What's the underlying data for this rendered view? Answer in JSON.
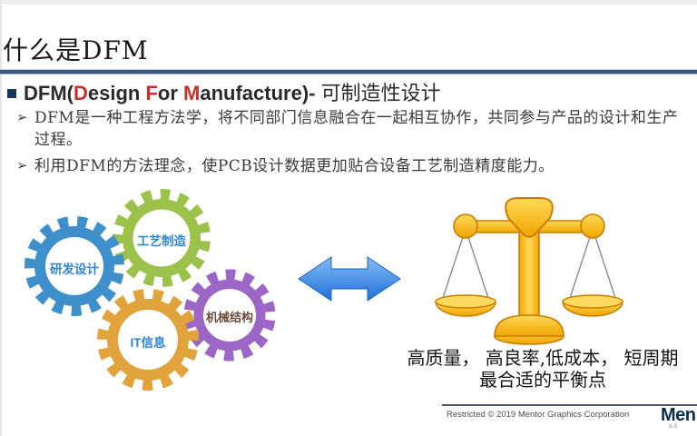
{
  "slide": {
    "title": "什么是DFM",
    "heading": {
      "parts": [
        "DFM(",
        "D",
        "esign ",
        "F",
        "or ",
        "M",
        "anufacture)- ",
        "可制造性设计"
      ]
    },
    "bullets": [
      {
        "marker": "➢",
        "text": "DFM是一种工程方法学，将不同部门信息融合在一起相互协作，共同参与产品的设计和生产过程。"
      },
      {
        "marker": "➢",
        "text": "利用DFM的方法理念，使PCB设计数据更加贴合设备工艺制造精度能力。"
      }
    ],
    "gears": [
      {
        "label": "研发设计",
        "color": "#3f8fcc"
      },
      {
        "label": "工艺制造",
        "color": "#9cc24b"
      },
      {
        "label": "IT信息",
        "color": "#e1a33c"
      },
      {
        "label": "机械结构",
        "color": "#9c66c6"
      }
    ],
    "balance_caption": {
      "line1": "高质量， 高良率,低成本， 短周期",
      "line2": "最合适的平衡点"
    },
    "footer": {
      "restricted": "Restricted © 2019 Mentor Graphics Corporation",
      "logo_text": "Men",
      "logo_subtext": "A S"
    },
    "colors": {
      "accent_red": "#c4312b",
      "title_rule": "#3a5784",
      "bullet_square": "#17375e",
      "gear_label_blue": "#2e86d0",
      "gear_label_brown": "#6b4c3b",
      "arrow_light": "#84bcf4",
      "arrow_dark": "#1e6fd8",
      "arrow_stroke": "#1a63c4",
      "gold_light": "#ffd959",
      "gold_dark": "#f0a500",
      "gold_stroke": "#c87d00",
      "string_gray": "#8a8a8a"
    }
  }
}
